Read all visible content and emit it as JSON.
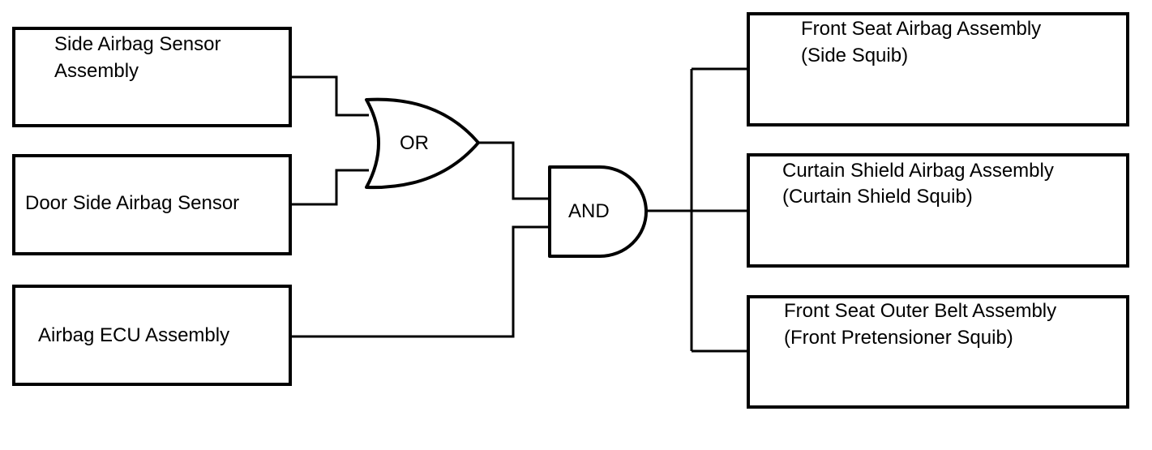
{
  "inputs": [
    {
      "line1": "Side Airbag Sensor",
      "line2": "Assembly"
    },
    {
      "line1": "Door Side Airbag Sensor"
    },
    {
      "line1": "Airbag ECU Assembly"
    }
  ],
  "gates": {
    "or_label": "OR",
    "and_label": "AND"
  },
  "outputs": [
    {
      "line1": "Front Seat Airbag Assembly",
      "line2": "(Side Squib)"
    },
    {
      "line1": "Curtain Shield Airbag Assembly",
      "line2": "(Curtain Shield Squib)"
    },
    {
      "line1": "Front Seat Outer Belt Assembly",
      "line2": "(Front Pretensioner Squib)"
    }
  ]
}
